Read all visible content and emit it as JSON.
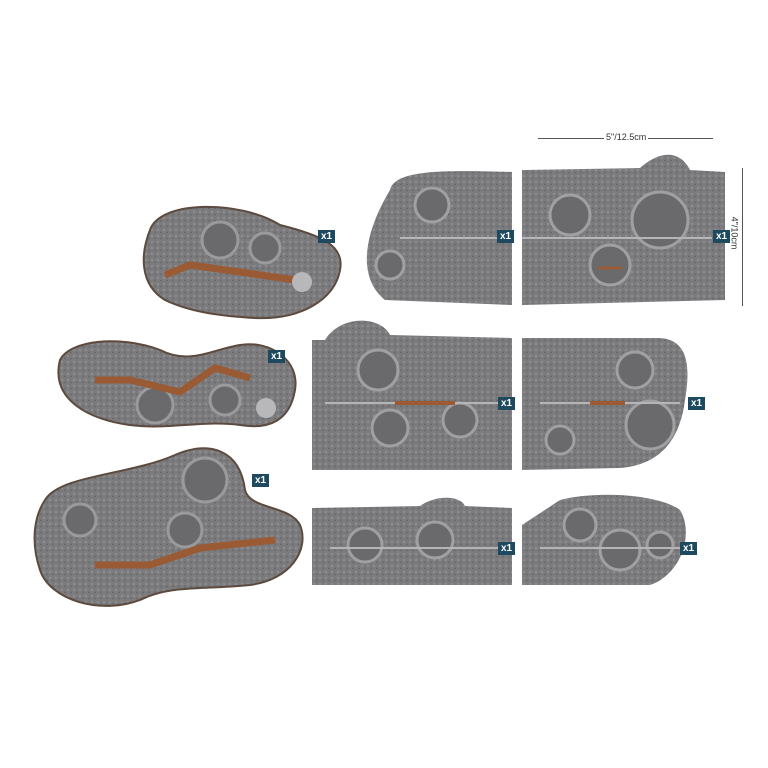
{
  "dimensions": {
    "width_label": "5\"/12.5cm",
    "height_label": "4\"/10cm"
  },
  "quantities": [
    "x1",
    "x1",
    "x1",
    "x1",
    "x1",
    "x1",
    "x1",
    "x1",
    "x1"
  ],
  "colors": {
    "badge": "#1d4a5e",
    "terrain": "#7d7d7f",
    "terrain_dark": "#5a5a5c",
    "crater": "#6a6a6c",
    "plank": "#9a5a34"
  }
}
